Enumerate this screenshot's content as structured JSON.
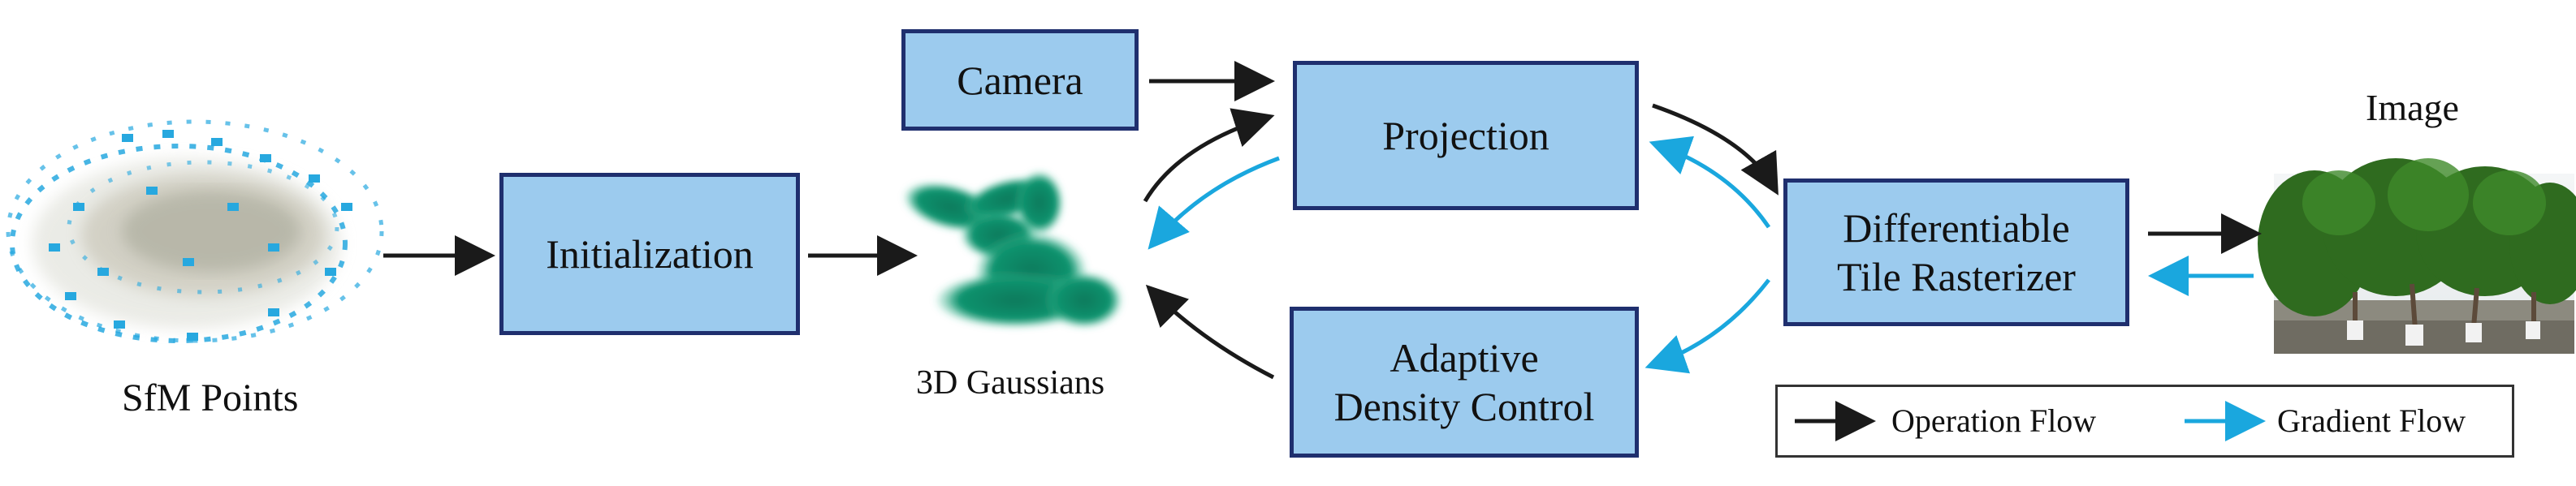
{
  "nodes": {
    "sfm_points": "SfM Points",
    "initialization": "Initialization",
    "gaussians": "3D Gaussians",
    "camera": "Camera",
    "projection": "Projection",
    "adaptive_line1": "Adaptive",
    "adaptive_line2": "Density Control",
    "rasterizer_line1": "Differentiable",
    "rasterizer_line2": "Tile Rasterizer",
    "image": "Image"
  },
  "legend": {
    "operation": "Operation Flow",
    "gradient": "Gradient Flow"
  },
  "colors": {
    "box_fill": "#9ccbee",
    "box_border": "#1f2f6e",
    "operation_arrow": "#1a1a1a",
    "gradient_arrow": "#1aa7de",
    "gaussian_green": "#0f8a68"
  },
  "icons": {
    "point_cloud": "sfm-point-cloud-icon",
    "gaussians": "gaussian-blobs-icon",
    "image": "tree-photo-icon"
  }
}
